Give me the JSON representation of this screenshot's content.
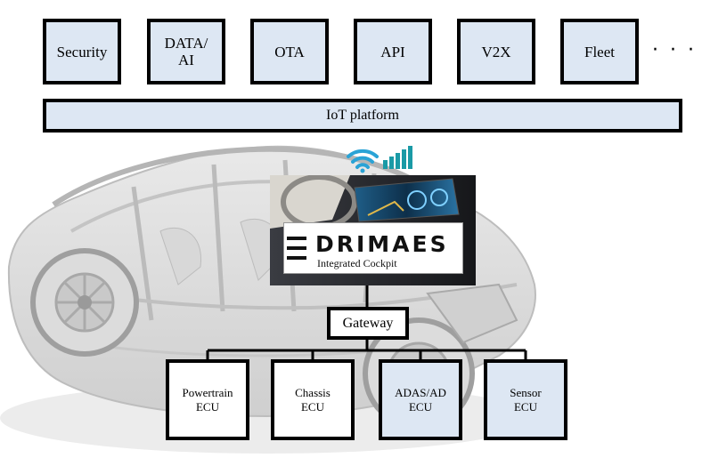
{
  "services": [
    {
      "label": "Security"
    },
    {
      "label": "DATA/\nAI"
    },
    {
      "label": "OTA"
    },
    {
      "label": "API"
    },
    {
      "label": "V2X"
    },
    {
      "label": "Fleet"
    }
  ],
  "services_more": "· · ·",
  "iot_label": "IoT platform",
  "cockpit": {
    "brand": "DRIMAES",
    "subtitle": "Integrated Cockpit"
  },
  "gateway_label": "Gateway",
  "ecus": [
    {
      "label": "Powertrain\nECU",
      "fill": "#ffffff"
    },
    {
      "label": "Chassis\nECU",
      "fill": "#ffffff"
    },
    {
      "label": "ADAS/AD\nECU",
      "fill": "#dde7f3"
    },
    {
      "label": "Sensor\nECU",
      "fill": "#dde7f3"
    }
  ],
  "colors": {
    "box_fill": "#dde7f3",
    "signal": "#1a9aa6",
    "wifi": "#2aa3d6"
  },
  "icons": {
    "wifi": "wifi-icon",
    "signal": "signal-bars-icon"
  }
}
